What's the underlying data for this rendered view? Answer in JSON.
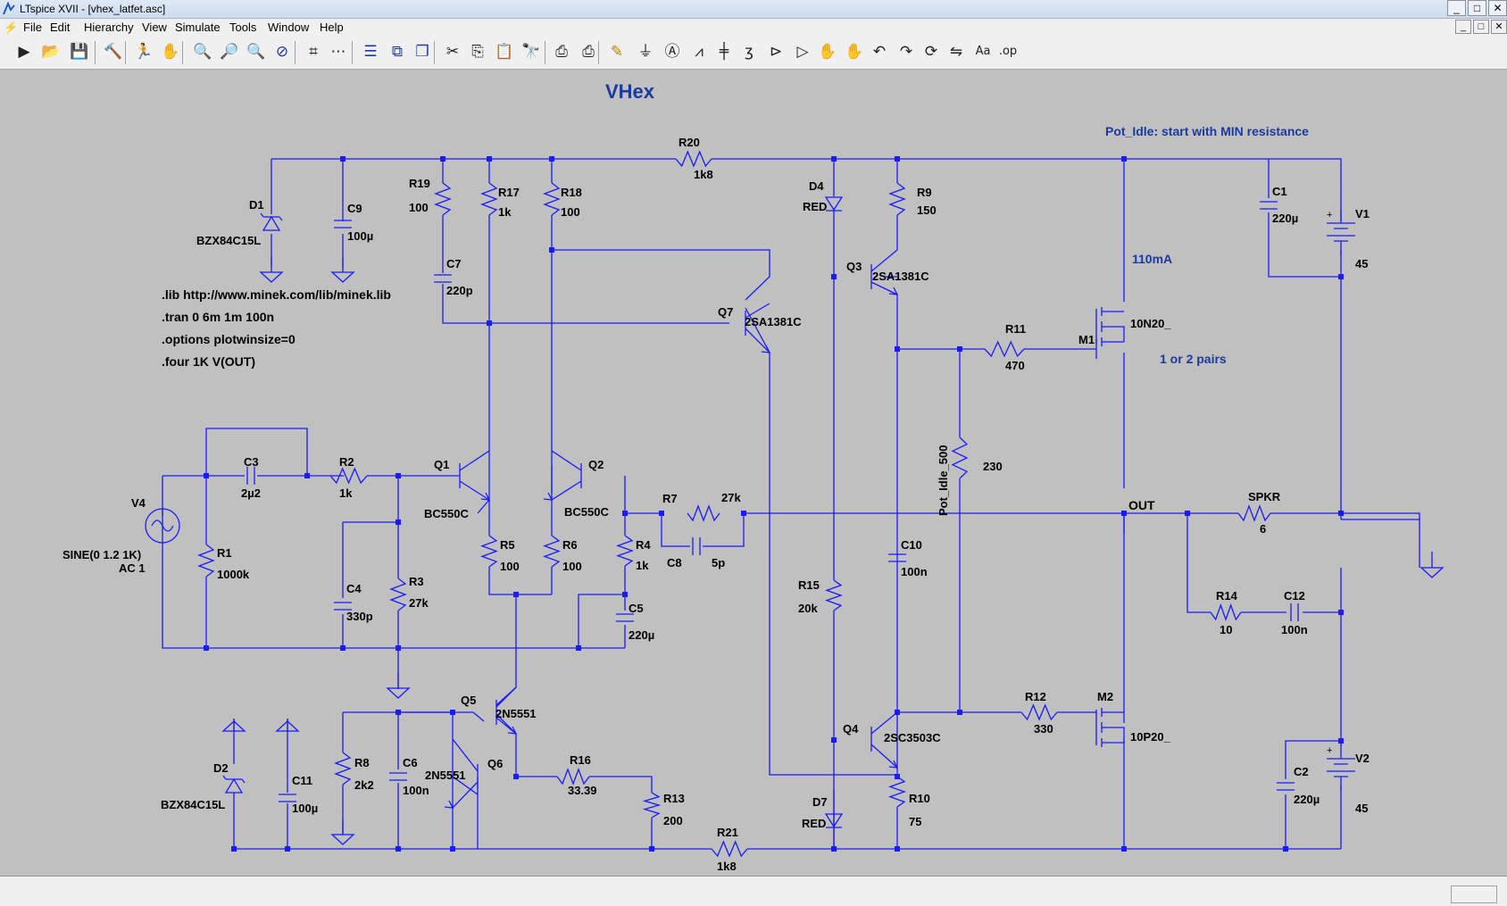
{
  "window": {
    "title": "LTspice XVII - [vhex_latfet.asc]"
  },
  "window_buttons": [
    "_",
    "□",
    "✕"
  ],
  "mdi_buttons": [
    "_",
    "□",
    "✕"
  ],
  "menu": [
    "File",
    "Edit",
    "Hierarchy",
    "View",
    "Simulate",
    "Tools",
    "Window",
    "Help"
  ],
  "toolbar": [
    "run-icon",
    "open-icon",
    "save-icon",
    "control-panel-icon",
    "halt-icon",
    "pan-icon",
    "zoom-in-icon",
    "zoom-area-icon",
    "zoom-out-icon",
    "zoom-cancel-icon",
    "autorange-icon",
    "grid-icon",
    "tile-horizontal-icon",
    "tile-vertical-icon",
    "cascade-icon",
    "cut-icon",
    "copy-icon",
    "paste-icon",
    "find-icon",
    "print-icon",
    "print-setup-icon",
    "draw-wire-icon",
    "ground-icon",
    "label-net-icon",
    "resistor-icon",
    "capacitor-icon",
    "inductor-icon",
    "diode-icon",
    "component-icon",
    "move-icon",
    "drag-icon",
    "undo-icon",
    "redo-icon",
    "rotate-icon",
    "mirror-icon",
    "text-icon",
    "spice-directive-icon"
  ],
  "schematic": {
    "title": "VHex",
    "note_pot": "Pot_Idle: start with MIN resistance",
    "note_current": "110mA",
    "note_pairs": "1 or 2 pairs",
    "directives": [
      ".lib http://www.minek.com/lib/minek.lib",
      ".tran 0 6m 1m 100n",
      ".options plotwinsize=0",
      ".four 1K V(OUT)"
    ],
    "net_out": "OUT",
    "components": {
      "R20": {
        "name": "R20",
        "value": "1k8"
      },
      "R19": {
        "name": "R19",
        "value": "100"
      },
      "R17": {
        "name": "R17",
        "value": "1k"
      },
      "R18": {
        "name": "R18",
        "value": "100"
      },
      "D1": {
        "name": "D1",
        "value": "BZX84C15L"
      },
      "C9": {
        "name": "C9",
        "value": "100µ"
      },
      "D4": {
        "name": "D4",
        "value": "RED"
      },
      "R9": {
        "name": "R9",
        "value": "150"
      },
      "C1": {
        "name": "C1",
        "value": "220µ"
      },
      "V1": {
        "name": "V1",
        "value": "45"
      },
      "C7": {
        "name": "C7",
        "value": "220p"
      },
      "Q3": {
        "name": "Q3",
        "value": "2SA1381C"
      },
      "Q7": {
        "name": "Q7",
        "value": "2SA1381C"
      },
      "R11": {
        "name": "R11",
        "value": "470"
      },
      "M1": {
        "name": "M1",
        "value": "10N20_"
      },
      "Q1": {
        "name": "Q1",
        "value": "BC550C"
      },
      "Q2": {
        "name": "Q2",
        "value": "BC550C"
      },
      "C3": {
        "name": "C3",
        "value": "2µ2"
      },
      "R2": {
        "name": "R2",
        "value": "1k"
      },
      "V4": {
        "name": "V4",
        "value": "SINE(0 1.2 1K)",
        "value2": "AC 1"
      },
      "R1": {
        "name": "R1",
        "value": "1000k"
      },
      "R7": {
        "name": "R7",
        "value": "27k"
      },
      "C8": {
        "name": "C8",
        "value": "5p"
      },
      "Pot": {
        "name": "Pot_Idle_500",
        "value": "230"
      },
      "SPKR": {
        "name": "SPKR",
        "value": "6"
      },
      "R5": {
        "name": "R5",
        "value": "100"
      },
      "R6": {
        "name": "R6",
        "value": "100"
      },
      "R4": {
        "name": "R4",
        "value": "1k"
      },
      "C5": {
        "name": "C5",
        "value": "220µ"
      },
      "C4": {
        "name": "C4",
        "value": "330p"
      },
      "R3": {
        "name": "R3",
        "value": "27k"
      },
      "C10": {
        "name": "C10",
        "value": "100n"
      },
      "R15": {
        "name": "R15",
        "value": "20k"
      },
      "R14": {
        "name": "R14",
        "value": "10"
      },
      "C12": {
        "name": "C12",
        "value": "100n"
      },
      "Q5": {
        "name": "Q5",
        "value": "2N5551"
      },
      "Q6": {
        "name": "Q6",
        "value": "2N5551"
      },
      "R12": {
        "name": "R12",
        "value": "330"
      },
      "M2": {
        "name": "M2",
        "value": "10P20_"
      },
      "Q4": {
        "name": "Q4",
        "value": "2SC3503C"
      },
      "D2": {
        "name": "D2",
        "value": "BZX84C15L"
      },
      "C11": {
        "name": "C11",
        "value": "100µ"
      },
      "R8": {
        "name": "R8",
        "value": "2k2"
      },
      "C6": {
        "name": "C6",
        "value": "100n"
      },
      "R16": {
        "name": "R16",
        "value": "33.39"
      },
      "R13": {
        "name": "R13",
        "value": "200"
      },
      "R21": {
        "name": "R21",
        "value": "1k8"
      },
      "D7": {
        "name": "D7",
        "value": "RED"
      },
      "R10": {
        "name": "R10",
        "value": "75"
      },
      "C2": {
        "name": "C2",
        "value": "220µ"
      },
      "V2": {
        "name": "V2",
        "value": "45"
      }
    }
  }
}
